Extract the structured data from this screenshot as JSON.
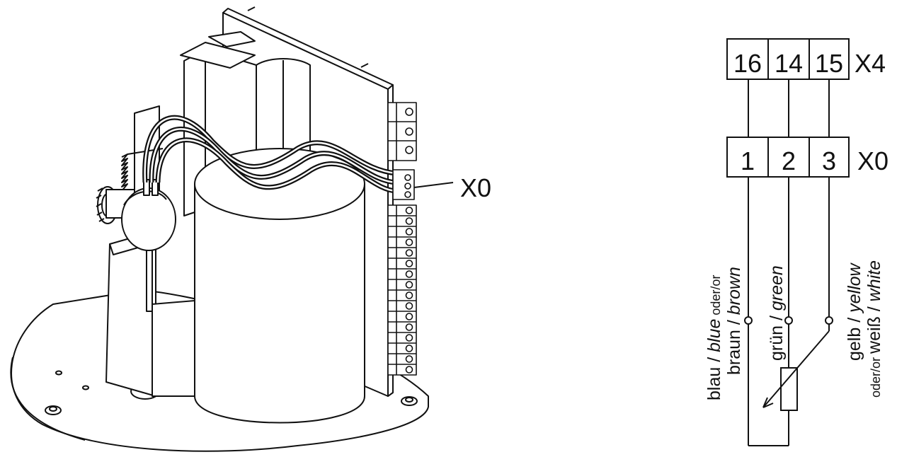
{
  "drawing": {
    "callout_label": "X0"
  },
  "schematic": {
    "top_block": {
      "name": "X4",
      "terminals": [
        "16",
        "14",
        "15"
      ]
    },
    "bottom_block": {
      "name": "X0",
      "terminals": [
        "1",
        "2",
        "3"
      ]
    },
    "wires": [
      {
        "line1_a": "blau / ",
        "line1_b": "blue",
        "line1_c": " oder/or",
        "line2_a": "braun / ",
        "line2_b": "brown"
      },
      {
        "line1_a": "grün / ",
        "line1_b": "green"
      },
      {
        "line1_a": "gelb / ",
        "line1_b": "yellow",
        "line2_pre": "oder/or ",
        "line2_a": "weiß / ",
        "line2_b": "white"
      }
    ]
  }
}
